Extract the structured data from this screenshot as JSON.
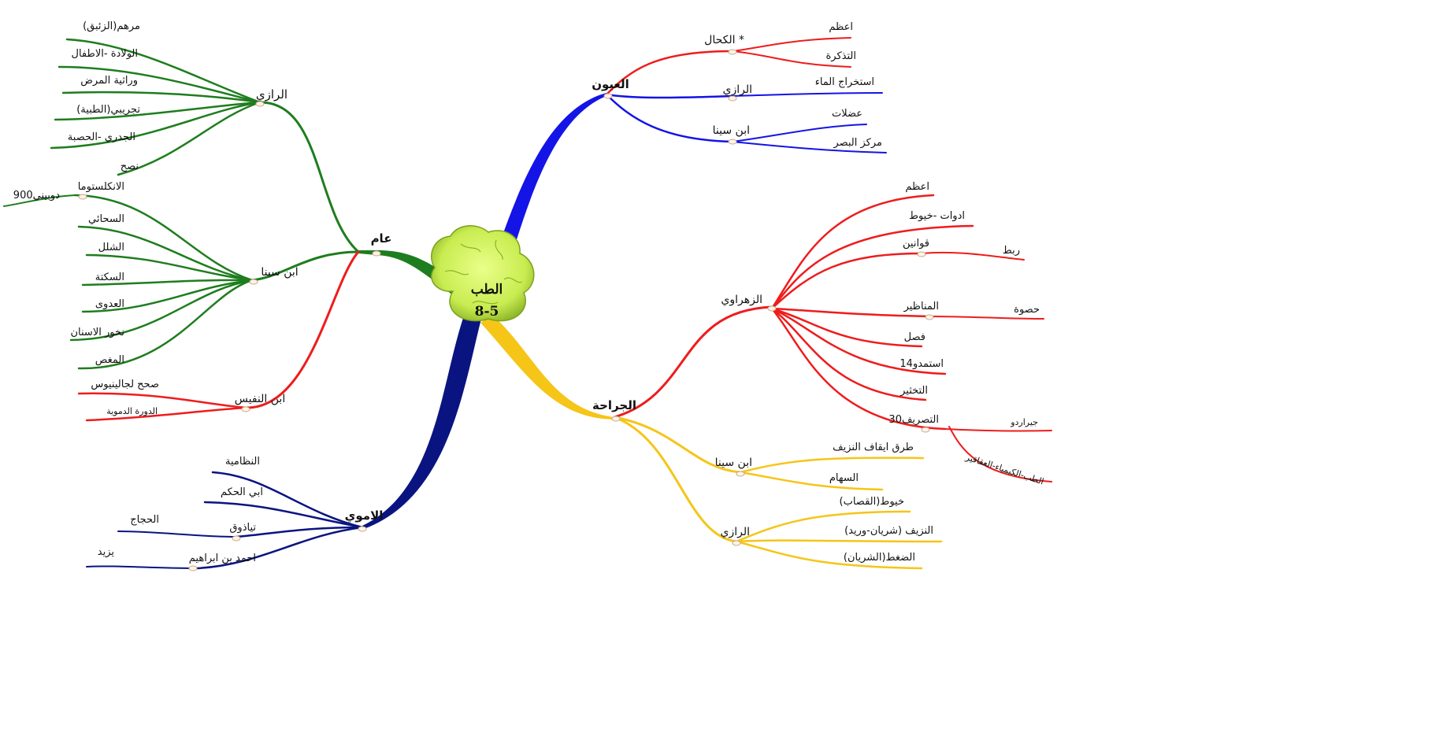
{
  "colors": {
    "green": "#1e7d1e",
    "red": "#ee1c1c",
    "blue": "#1414e6",
    "navy": "#0a1480",
    "yellow": "#f5c518",
    "brain": "#c8ec50",
    "brain_dark": "#8cb428"
  },
  "center": {
    "title": "الطب",
    "subtitle": "8-5",
    "icon": "brain-icon"
  },
  "branches": {
    "general": {
      "label": "عام",
      "razi": {
        "label": "الرازي",
        "items": [
          "مرهم(الزئبق)",
          "الولادة -الاطفال",
          "وراثية المرض",
          "تجريبي(الطبية)",
          "الجدري -الحصبة",
          "نصح"
        ]
      },
      "ibnsina": {
        "label": "ابن سينا",
        "items": [
          "الانكلستوما",
          "السحائي",
          "الشلل",
          "السكتة",
          "العدوى",
          "نخور الاسنان",
          "المغص"
        ],
        "sub": "900دوبيني"
      },
      "nafis": {
        "label": "ابن النفيس",
        "items": [
          "صحح لجالينيوس",
          "الدورة الدموية"
        ]
      }
    },
    "umayyad": {
      "label": "الاموي",
      "items": [
        "النظامية",
        "ابي الحكم",
        "تياذوق",
        "احمد بن ابراهيم"
      ],
      "tiyadhuq_sub": "الحجاج",
      "ahmad_sub": "يزيد"
    },
    "eyes": {
      "label": "العيون",
      "kahhal": {
        "label": "الكحال *",
        "items": [
          "اعظم",
          "التذكرة"
        ]
      },
      "razi": {
        "label": "الرازي",
        "items": [
          "استخراج الماء"
        ]
      },
      "ibnsina": {
        "label": "ابن سينا",
        "items": [
          "عضلات",
          "مركز البصر"
        ]
      }
    },
    "surgery": {
      "label": "الجراحة",
      "zahrawi": {
        "label": "الزهراوي",
        "items": [
          "اعظم",
          "ادوات -خيوط",
          "قوانين",
          "المناظير",
          "فصل",
          "استمدو14",
          "التخثير",
          "30التصريف"
        ],
        "qawanin_sub": "ربط",
        "manathir_sub": "حصوة",
        "tasrif_subs": [
          "جيراردو",
          "الطب-الكيمياء-العقاقير"
        ]
      },
      "ibnsina": {
        "label": "ابن سينا",
        "items": [
          "طرق ايقاف النزيف",
          "السهام"
        ]
      },
      "razi": {
        "label": "الرازي",
        "items": [
          "خيوط(القصاب)",
          "النزيف (شريان-وريد)",
          "الضغط(الشريان)"
        ]
      }
    }
  }
}
